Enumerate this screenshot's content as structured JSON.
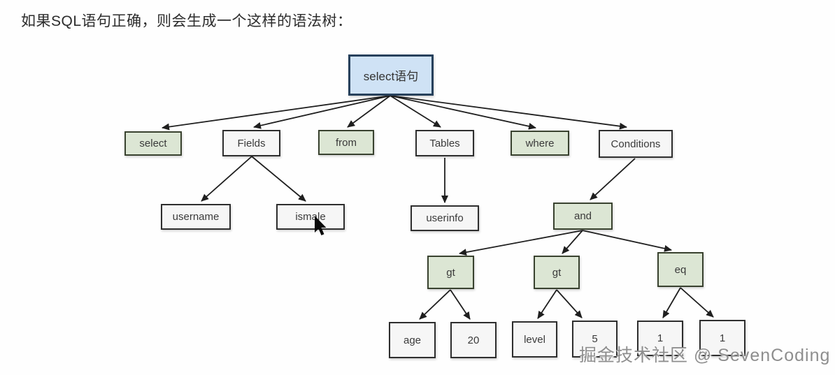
{
  "page": {
    "title": "如果SQL语句正确，则会生成一个这样的语法树：",
    "watermark": "掘金技术社区 @ SevenCoding"
  },
  "colors": {
    "root_node_fill": "#cfe2f5",
    "root_node_border": "#27415c",
    "keyword_node_fill": "#dce6d4",
    "keyword_node_border": "#39422f",
    "plain_node_fill": "#f6f6f6",
    "plain_node_border": "#2e2e2e",
    "arrow": "#1f1f1f",
    "watermark_text": "#8e8e8e"
  },
  "tree": {
    "nodes": [
      {
        "id": "select-statement",
        "label": "select语句",
        "kind": "root",
        "level": 0
      },
      {
        "id": "select",
        "label": "select",
        "kind": "keyword",
        "level": 1
      },
      {
        "id": "fields",
        "label": "Fields",
        "kind": "plain",
        "level": 1
      },
      {
        "id": "from",
        "label": "from",
        "kind": "keyword",
        "level": 1
      },
      {
        "id": "tables",
        "label": "Tables",
        "kind": "plain",
        "level": 1
      },
      {
        "id": "where",
        "label": "where",
        "kind": "keyword",
        "level": 1
      },
      {
        "id": "conditions",
        "label": "Conditions",
        "kind": "plain",
        "level": 1
      },
      {
        "id": "username",
        "label": "username",
        "kind": "plain",
        "level": 2
      },
      {
        "id": "ismale",
        "label": "ismale",
        "kind": "plain",
        "level": 2
      },
      {
        "id": "userinfo",
        "label": "userinfo",
        "kind": "plain",
        "level": 2
      },
      {
        "id": "and",
        "label": "and",
        "kind": "keyword",
        "level": 2
      },
      {
        "id": "gt-1",
        "label": "gt",
        "kind": "keyword",
        "level": 3
      },
      {
        "id": "gt-2",
        "label": "gt",
        "kind": "keyword",
        "level": 3
      },
      {
        "id": "eq",
        "label": "eq",
        "kind": "keyword",
        "level": 3
      },
      {
        "id": "age",
        "label": "age",
        "kind": "plain",
        "level": 4
      },
      {
        "id": "value-20",
        "label": "20",
        "kind": "plain",
        "level": 4
      },
      {
        "id": "level",
        "label": "level",
        "kind": "plain",
        "level": 4
      },
      {
        "id": "value-5",
        "label": "5",
        "kind": "plain",
        "level": 4
      },
      {
        "id": "value-1-left",
        "label": "1",
        "kind": "plain",
        "level": 4
      },
      {
        "id": "value-1-right",
        "label": "1",
        "kind": "plain",
        "level": 4
      }
    ],
    "edges": [
      {
        "from": "select-statement",
        "to": "select"
      },
      {
        "from": "select-statement",
        "to": "fields"
      },
      {
        "from": "select-statement",
        "to": "from"
      },
      {
        "from": "select-statement",
        "to": "tables"
      },
      {
        "from": "select-statement",
        "to": "where"
      },
      {
        "from": "select-statement",
        "to": "conditions"
      },
      {
        "from": "fields",
        "to": "username"
      },
      {
        "from": "fields",
        "to": "ismale"
      },
      {
        "from": "tables",
        "to": "userinfo"
      },
      {
        "from": "conditions",
        "to": "and"
      },
      {
        "from": "and",
        "to": "gt-1"
      },
      {
        "from": "and",
        "to": "gt-2"
      },
      {
        "from": "and",
        "to": "eq"
      },
      {
        "from": "gt-1",
        "to": "age"
      },
      {
        "from": "gt-1",
        "to": "value-20"
      },
      {
        "from": "gt-2",
        "to": "level"
      },
      {
        "from": "gt-2",
        "to": "value-5"
      },
      {
        "from": "eq",
        "to": "value-1-left"
      },
      {
        "from": "eq",
        "to": "value-1-right"
      }
    ]
  }
}
